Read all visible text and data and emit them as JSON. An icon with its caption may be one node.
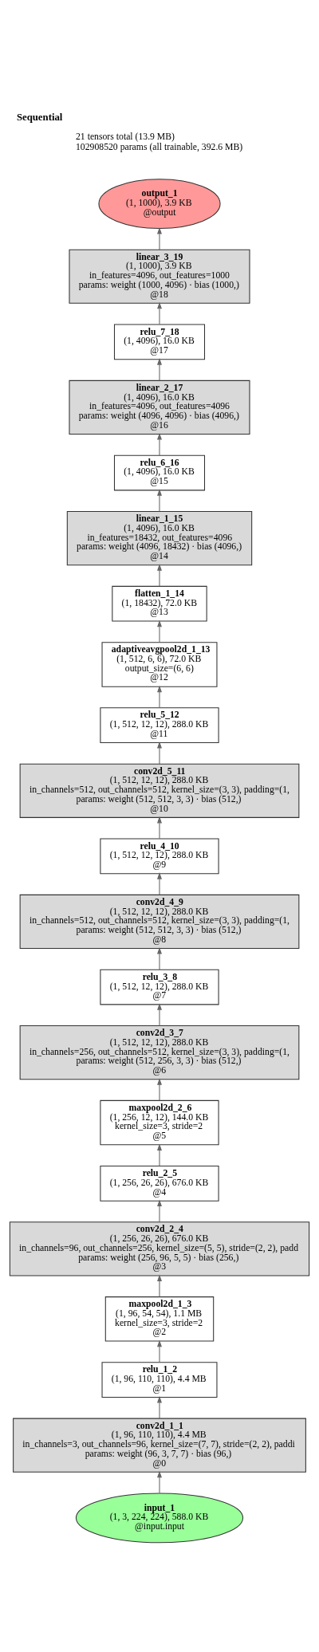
{
  "diagram": {
    "title": "Sequential",
    "nodes": [
      {
        "text": [
          "output_1",
          "(1, 1000), 3.9 KB",
          "@output"
        ]
      },
      {
        "text": [
          "linear_3_19",
          "(1, 1000), 3.9 KB",
          "in_features=4096, out_features=1000",
          "params: weight (1000, 4096) · bias (1000,)",
          "@18"
        ]
      },
      {
        "text": [
          "relu_7_18",
          "(1, 4096), 16.0 KB",
          "@17"
        ]
      },
      {
        "text": [
          "linear_2_17",
          "(1, 4096), 16.0 KB",
          "in_features=4096, out_features=4096",
          "params: weight (4096, 4096) · bias (4096,)",
          "@16"
        ]
      },
      {
        "text": [
          "relu_6_16",
          "(1, 4096), 16.0 KB",
          "@15"
        ]
      },
      {
        "text": [
          "linear_1_15",
          "(1, 4096), 16.0 KB",
          "in_features=18432, out_features=4096",
          "params: weight (4096, 18432) · bias (4096,)",
          "@14"
        ]
      },
      {
        "text": [
          "flatten_1_14",
          "(1, 18432), 72.0 KB",
          "@13"
        ]
      },
      {
        "text": [
          "adaptiveavgpool2d_1_13",
          "(1, 512, 6, 6), 72.0 KB",
          "output_size=(6, 6)",
          "@12"
        ]
      },
      {
        "text": [
          "relu_5_12",
          "(1, 512, 12, 12), 288.0 KB",
          "@11"
        ]
      },
      {
        "text": [
          "conv2d_5_11",
          "(1, 512, 12, 12), 288.0 KB",
          "in_channels=512, out_channels=512, kernel_size=(3, 3), padding=(1,",
          "params: weight (512, 512, 3, 3) · bias (512,)",
          "@10"
        ]
      },
      {
        "text": [
          "relu_4_10",
          "(1, 512, 12, 12), 288.0 KB",
          "@9"
        ]
      },
      {
        "text": [
          "conv2d_4_9",
          "(1, 512, 12, 12), 288.0 KB",
          "in_channels=512, out_channels=512, kernel_size=(3, 3), padding=(1,",
          "params: weight (512, 512, 3, 3) · bias (512,)",
          "@8"
        ]
      },
      {
        "text": [
          "relu_3_8",
          "(1, 512, 12, 12), 288.0 KB",
          "@7"
        ]
      },
      {
        "text": [
          "conv2d_3_7",
          "(1, 512, 12, 12), 288.0 KB",
          "in_channels=256, out_channels=512, kernel_size=(3, 3), padding=(1,",
          "params: weight (512, 256, 3, 3) · bias (512,)",
          "@6"
        ]
      },
      {
        "text": [
          "maxpool2d_2_6",
          "(1, 256, 12, 12), 144.0 KB",
          "kernel_size=3, stride=2",
          "@5"
        ]
      },
      {
        "text": [
          "relu_2_5",
          "(1, 256, 26, 26), 676.0 KB",
          "@4"
        ]
      },
      {
        "text": [
          "conv2d_2_4",
          "(1, 256, 26, 26), 676.0 KB",
          "in_channels=96, out_channels=256, kernel_size=(5, 5), stride=(2, 2), padd",
          "params: weight (256, 96, 5, 5) · bias (256,)",
          "@3"
        ]
      },
      {
        "text": [
          "maxpool2d_1_3",
          "(1, 96, 54, 54), 1.1 MB",
          "kernel_size=3, stride=2",
          "@2"
        ]
      },
      {
        "text": [
          "relu_1_2",
          "(1, 96, 110, 110), 4.4 MB",
          "@1"
        ]
      },
      {
        "text": [
          "conv2d_1_1",
          "(1, 96, 110, 110), 4.4 MB",
          "in_channels=3, out_channels=96, kernel_size=(7, 7), stride=(2, 2), paddi",
          "params: weight (96, 3, 7, 7) · bias (96,)",
          "@0"
        ]
      },
      {
        "text": [
          "input_1",
          "(1, 3, 224, 224), 588.0 KB",
          "@input.input"
        ]
      }
    ],
    "edges": [
      {
        "from": 20,
        "to": 19,
        "arrow": "to"
      },
      {
        "from": 19,
        "to": 18,
        "arrow": "to"
      },
      {
        "from": 18,
        "to": 17,
        "arrow": "to"
      },
      {
        "from": 17,
        "to": 16,
        "arrow": "to"
      },
      {
        "from": 16,
        "to": 15,
        "arrow": "to"
      },
      {
        "from": 15,
        "to": 14,
        "arrow": "to"
      },
      {
        "from": 14,
        "to": 13,
        "arrow": "to"
      },
      {
        "from": 13,
        "to": 12,
        "arrow": "to"
      },
      {
        "from": 12,
        "to": 11,
        "arrow": "to"
      },
      {
        "from": 11,
        "to": 10,
        "arrow": "to"
      },
      {
        "from": 10,
        "to": 9,
        "arrow": "to"
      },
      {
        "from": 9,
        "to": 8,
        "arrow": "to"
      },
      {
        "from": 8,
        "to": 7,
        "arrow": "to"
      },
      {
        "from": 7,
        "to": 6,
        "arrow": "to"
      },
      {
        "from": 6,
        "to": 5,
        "arrow": "to"
      },
      {
        "from": 5,
        "to": 4,
        "arrow": "to"
      },
      {
        "from": 4,
        "to": 3,
        "arrow": "to"
      },
      {
        "from": 3,
        "to": 2,
        "arrow": "to"
      },
      {
        "from": 2,
        "to": 1,
        "arrow": "to"
      },
      {
        "from": 1,
        "to": 0,
        "arrow": "to"
      }
    ],
    "labels": [
      "21 tensors total (13.9 MB)",
      "102908520 params (all trainable, 392.6 MB)"
    ]
  }
}
